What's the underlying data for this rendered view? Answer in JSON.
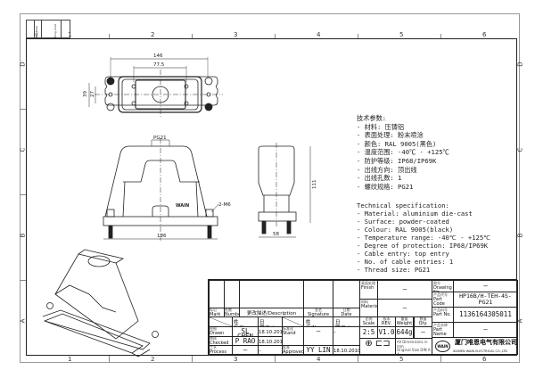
{
  "sheet": {
    "margin_labels": [
      "日期/Date",
      "Filing Card"
    ],
    "columns": [
      "1",
      "2",
      "3",
      "4",
      "5",
      "6"
    ],
    "rows": [
      "D",
      "C",
      "B",
      "A"
    ]
  },
  "views": {
    "top": {
      "dims": [
        "146",
        "77.5",
        "39",
        "27"
      ]
    },
    "front": {
      "thread_label": "PG21",
      "screw_label": "2-M6",
      "width": "186",
      "brand": "WAIN"
    },
    "side": {
      "height": "111",
      "width": "58"
    }
  },
  "specs_cn": {
    "title": "技术参数:",
    "items": [
      "- 材料: 压铸铝",
      "- 表面处理: 粉末喷涂",
      "- 颜色: RAL 9005(黑色)",
      "- 温度范围: -40℃ - +125℃",
      "- 防护等级: IP68/IP69K",
      "- 出线方向: 顶出线",
      "- 出线孔数: 1",
      "- 螺纹规格: PG21"
    ]
  },
  "specs_en": {
    "title": "Technical specification:",
    "items": [
      "- Material: aluminium die-cast",
      "- Surface: powder-coated",
      "- Colour: RAL 9005(black)",
      "- Temperature range: -40℃ - +125℃",
      "- Degree of protection: IP68/IP69K",
      "- Cable entry: top entry",
      "- No. of cable entries: 1",
      "- Thread size: PG21"
    ]
  },
  "title_block": {
    "mark": {
      "cn": "标记",
      "en": "Mark"
    },
    "number": {
      "cn": "处数",
      "en": "Number"
    },
    "description": "更改描述/Description",
    "signature": {
      "cn": "签名",
      "en": "Signature"
    },
    "date": {
      "cn": "日期",
      "en": "Date"
    },
    "name_hdr": "姓名/Name",
    "date_hdr": "日期/Date",
    "drawn": {
      "cn": "绘图",
      "en": "Drawn",
      "name": "SL CHEN",
      "date": "18.10.2010"
    },
    "checked": {
      "cn": "审核",
      "en": "Checked",
      "name": "P RAO",
      "date": "18.10.2010"
    },
    "process": {
      "cn": "工艺",
      "en": "Process",
      "name": "–",
      "date": "–"
    },
    "stand": {
      "cn": "标准化",
      "en": "Stand",
      "name": "–",
      "date": "–"
    },
    "approved": {
      "cn": "批准",
      "en": "Approved",
      "name": "YY LIN",
      "date": "18.10.2010"
    },
    "finish": {
      "cn": "表面处理",
      "en": "Finish",
      "value": "–"
    },
    "material": {
      "cn": "材料",
      "en": "Material",
      "value": "–"
    },
    "scale": {
      "cn": "比例",
      "en": "Scale",
      "value": "2:5"
    },
    "rev": {
      "cn": "版本",
      "en": "REV.",
      "value": "V1.0"
    },
    "weight": {
      "cn": "重量",
      "en": "Weight",
      "value": "644g"
    },
    "qty": {
      "cn": "数量",
      "en": "Qty.",
      "value": "–"
    },
    "dims_note": [
      "All Dimensions in mm",
      "Original Size DIN A 4"
    ],
    "drawing_no": {
      "cn": "图号",
      "en": "Drawing No.",
      "value": "–"
    },
    "part_code": {
      "cn": "产品代号",
      "en": "Part Code",
      "value": "HP16B/H-TEH-4S-PG21"
    },
    "part_no": {
      "cn": "产品料号",
      "en": "Part No.",
      "value": "1136164305011"
    },
    "part_name": {
      "cn": "产品名称",
      "en": "Part Name",
      "value": "–"
    },
    "company_cn": "厦门唯恩电气有限公司",
    "company_en": "XIAMEN WAIN ELECTRICAL CO.,LTD",
    "logo": "WAIN"
  }
}
